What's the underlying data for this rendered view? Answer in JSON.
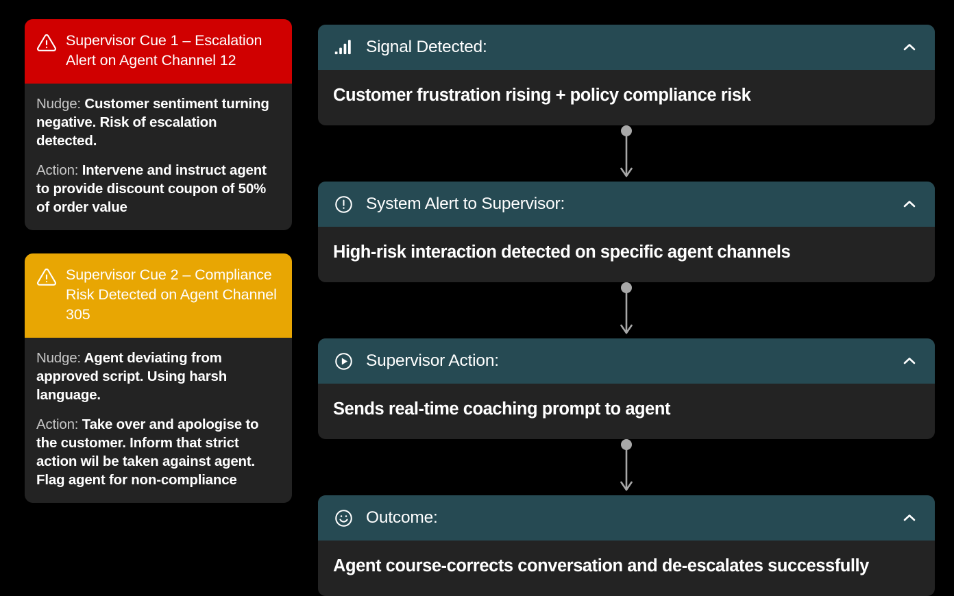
{
  "theme": {
    "page_background": "#000000",
    "card_background": "#232323",
    "panel_header": "#264A53",
    "critical": "#D00000",
    "warning": "#E8A603",
    "text": "#FFFFFF",
    "muted_text": "#C6C6C6",
    "connector": "#A8A8A8"
  },
  "supervisor_cues": [
    {
      "severity": "critical",
      "icon": "warning-triangle-icon",
      "title": "Supervisor Cue 1 – Escalation Alert on Agent Channel 12",
      "nudge_label": "Nudge:",
      "nudge_text": "Customer sentiment turning negative. Risk of escalation detected.",
      "action_label": "Action:",
      "action_text": "Intervene and instruct agent to provide discount coupon of 50% of order value"
    },
    {
      "severity": "warning",
      "icon": "warning-triangle-icon",
      "title": "Supervisor Cue 2 – Compliance Risk Detected on Agent Channel 305",
      "nudge_label": "Nudge:",
      "nudge_text": "Agent deviating from approved script. Using harsh language.",
      "action_label": "Action:",
      "action_text": "Take over and apologise to the customer. Inform that strict action wil be taken against agent. Flag agent for non-compliance"
    }
  ],
  "flow_steps": [
    {
      "icon": "signal-bars-icon",
      "title": "Signal Detected:",
      "body": "Customer frustration rising + policy compliance risk",
      "toggle_icon": "chevron-up-icon"
    },
    {
      "icon": "alert-circle-icon",
      "title": "System Alert to Supervisor:",
      "body": "High-risk interaction detected on specific agent channels",
      "toggle_icon": "chevron-up-icon"
    },
    {
      "icon": "play-circle-icon",
      "title": "Supervisor Action:",
      "body": "Sends real-time coaching prompt to agent",
      "toggle_icon": "chevron-up-icon"
    },
    {
      "icon": "smiley-face-icon",
      "title": "Outcome:",
      "body": "Agent course-corrects conversation and de-escalates successfully",
      "toggle_icon": "chevron-up-icon"
    }
  ]
}
